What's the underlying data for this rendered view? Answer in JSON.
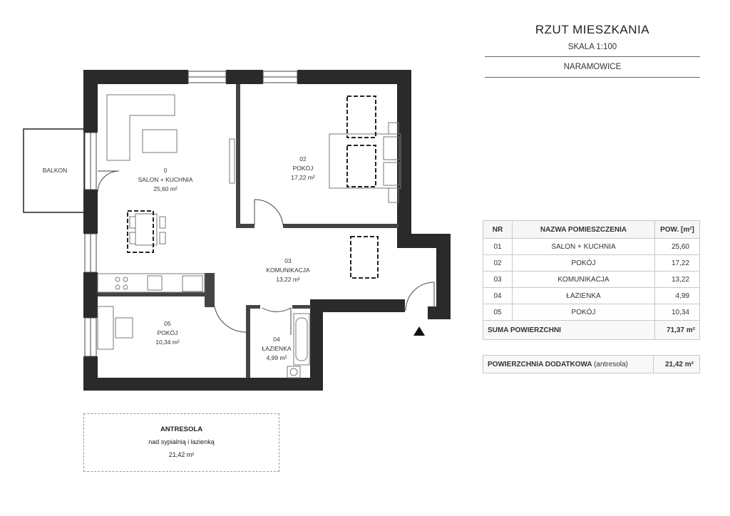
{
  "header": {
    "title": "RZUT MIESZKANIA",
    "scale": "SKALA 1:100",
    "district": "NARAMOWICE"
  },
  "rooms": {
    "balkon": {
      "label": "BALKON"
    },
    "salon": {
      "nr": "0",
      "name": "SALON + KUCHNIA",
      "area": "25,60 m²"
    },
    "pokoj_02": {
      "nr": "02",
      "name": "POKÓJ",
      "area": "17,22 m²"
    },
    "komunikacja": {
      "nr": "03",
      "name": "KOMUNIKACJA",
      "area": "13,22 m²"
    },
    "lazienka": {
      "nr": "04",
      "name": "ŁAZIENKA",
      "area": "4,99 m²"
    },
    "pokoj_05": {
      "nr": "05",
      "name": "POKÓJ",
      "area": "10,34 m²"
    }
  },
  "antresola": {
    "title": "ANTRESOLA",
    "subtitle": "nad sypialnią i łazienką",
    "area": "21,42 m²"
  },
  "table": {
    "headers": [
      "NR",
      "NAZWA POMIESZCZENIA",
      "POW. [m²]"
    ],
    "rows": [
      [
        "01",
        "SALON + KUCHNIA",
        "25,60"
      ],
      [
        "02",
        "POKÓJ",
        "17,22"
      ],
      [
        "03",
        "KOMUNIKACJA",
        "13,22"
      ],
      [
        "04",
        "ŁAZIENKA",
        "4,99"
      ],
      [
        "05",
        "POKÓJ",
        "10,34"
      ]
    ],
    "total_label": "SUMA POWIERZCHNI",
    "total_value": "71,37 m²"
  },
  "extra": {
    "label": "POWIERZCHNIA DODATKOWA",
    "note": "(antresola)",
    "value": "21,42 m²"
  }
}
